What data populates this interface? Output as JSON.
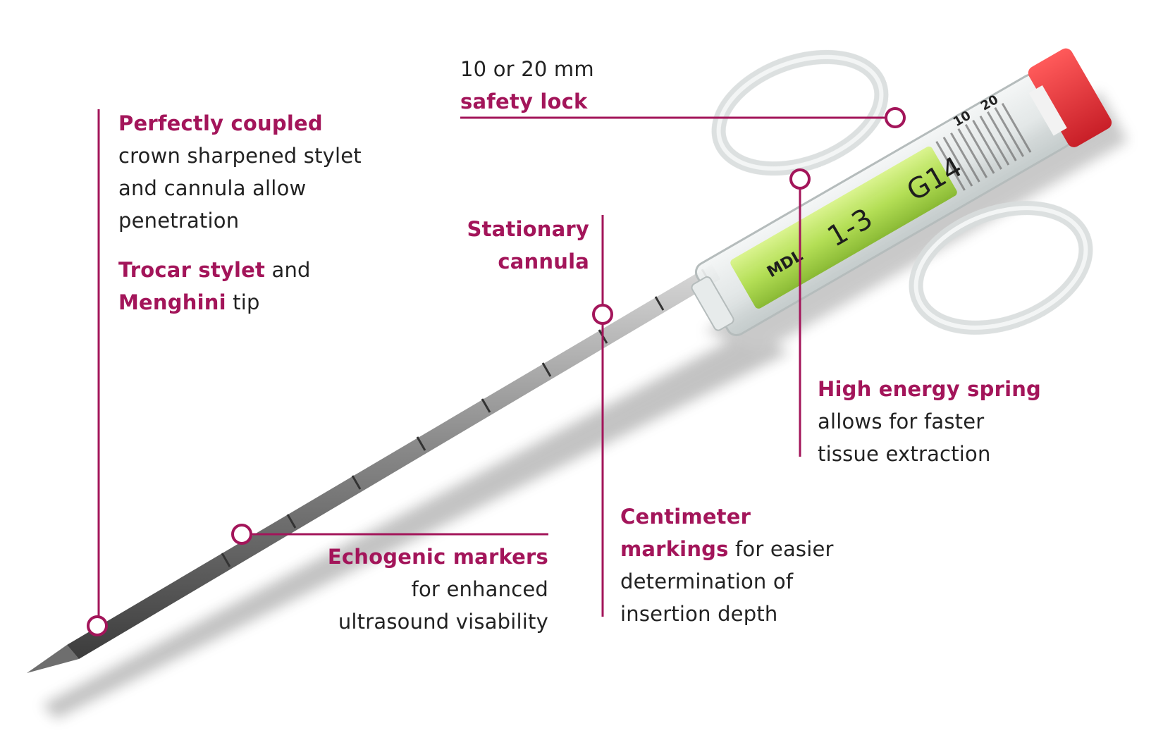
{
  "colors": {
    "accent": "#a3155a",
    "text": "#222222",
    "spring": "#b8e35a",
    "cap": "#e8343a"
  },
  "device": {
    "print_scale_20": "20",
    "print_scale_10": "10",
    "print_brand": "MDL",
    "print_gauge": "G14",
    "print_size": "1-3"
  },
  "labels": {
    "safety": {
      "line1": "10 or 20 mm",
      "line2_hl": "safety lock"
    },
    "coupled": {
      "title": "Perfectly coupled",
      "line1": "crown sharpened stylet",
      "line2": "and cannula allow",
      "line3": "penetration",
      "trocar_hl": "Trocar stylet",
      "trocar_rest": " and",
      "menghini_hl": "Menghini",
      "menghini_rest": " tip"
    },
    "stationary": {
      "line1": "Stationary",
      "line2": "cannula"
    },
    "spring": {
      "title": "High energy spring",
      "line1": "allows for faster",
      "line2": "tissue extraction"
    },
    "centimeter": {
      "line1": "Centimeter",
      "line2_hl": "markings",
      "line2_rest": " for easier",
      "line3": "determination of",
      "line4": "insertion depth"
    },
    "echogenic": {
      "title": "Echogenic markers",
      "line1": "for enhanced",
      "line2": "ultrasound visability"
    }
  }
}
